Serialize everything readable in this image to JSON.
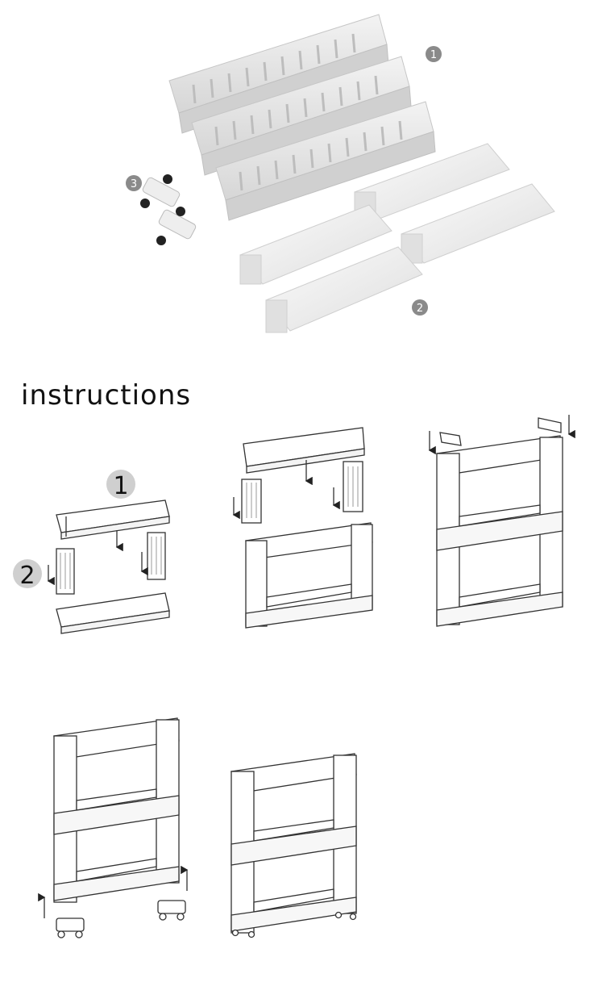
{
  "photo": {
    "callouts": {
      "one": "1",
      "two": "2",
      "three": "3"
    }
  },
  "instructions": {
    "heading": "instructions",
    "step1_badges": {
      "one": "1",
      "two": "2"
    }
  },
  "colors": {
    "line": "#333333",
    "part_fill": "#e9e9e9",
    "part_edge": "#c9c9c9",
    "badge_photo": "#8a8a8a",
    "badge_diagram": "#cfcfcf"
  }
}
